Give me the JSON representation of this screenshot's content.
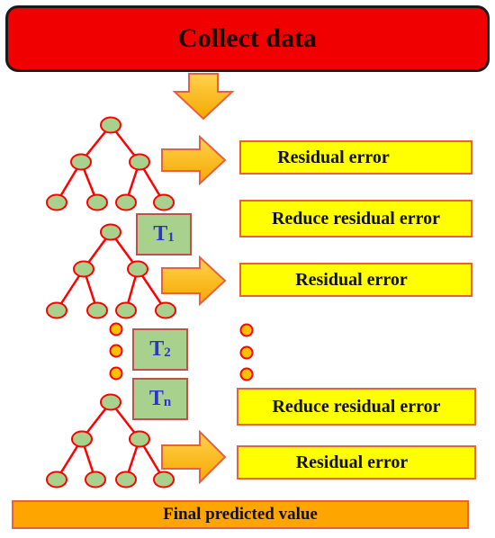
{
  "header": {
    "title": "Collect data"
  },
  "stages": [
    {
      "residual_label": "Residual error"
    },
    {
      "residual_label": "Residual error"
    },
    {
      "residual_label": "Residual error"
    }
  ],
  "reduce_labels": [
    "Reduce residual error",
    "Reduce residual error"
  ],
  "trees": [
    {
      "main": "T",
      "sub": "1"
    },
    {
      "main": "T",
      "sub": "2"
    },
    {
      "main": "T",
      "sub": "n"
    }
  ],
  "footer": {
    "label": "Final predicted value"
  },
  "colors": {
    "header_fill": "#f00000",
    "box_fill": "#ffff00",
    "box_border": "#e8603c",
    "tree_node": "#a9d18e",
    "tree_edge": "#ff0000",
    "arrow_fill": "#ffc000",
    "ellipsis_dot": "#ffc000",
    "footer_fill": "#ffa500",
    "t_text": "#2b36c8"
  }
}
